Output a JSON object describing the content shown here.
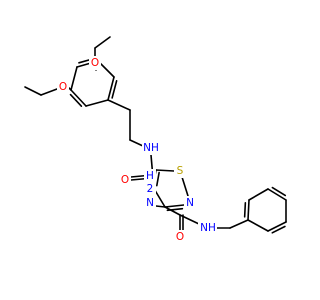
{
  "structure": {
    "colors": {
      "background": "#ffffff",
      "bond": "#000000",
      "oxygen": "#ff0000",
      "nitrogen": "#0000ff",
      "sulfur": "#b8a000",
      "carbon": "#000000"
    },
    "atom_labels": {
      "o_ethoxy_upper": "O",
      "o_ethoxy_left": "O",
      "nh_amide_upper": "NH",
      "o_carbonyl_upper": "O",
      "s_ring": "S",
      "n_ring": "N",
      "nh2_amino_line1": "H",
      "nh2_amino_line2": "2",
      "nh2_amino_line3": "N",
      "o_carbonyl_lower": "O",
      "nh_amide_lower": "NH"
    }
  }
}
